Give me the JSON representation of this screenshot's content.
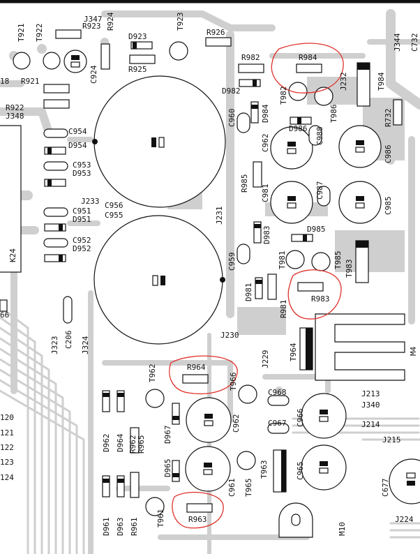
{
  "board": {
    "colors": {
      "trace": "#cfcfcf",
      "ink": "#111111",
      "highlight": "#e0302a",
      "background": "#ffffff"
    }
  },
  "labels": {
    "J347": "J347",
    "R923": "R923",
    "R924": "R924",
    "T923": "T923",
    "T921": "T921",
    "T922": "T922",
    "D923": "D923",
    "R925": "R925",
    "R926": "R926",
    "C924": "C924",
    "J344": "J344",
    "C732": "C732",
    "R982": "R982",
    "R984": "R984",
    "J232": "J232",
    "T984": "T984",
    "D982": "D982",
    "T982": "T982",
    "T986": "T986",
    "R921": "R921",
    "R922": "R922",
    "J348": "J348",
    "C960": "C960",
    "D984": "D984",
    "D986": "D986",
    "C988": "C988",
    "R732": "R732",
    "C954": "C954",
    "D954": "D954",
    "C962a": "C962",
    "C986": "C986",
    "C953": "C953",
    "D953": "D953",
    "R985": "R985",
    "J233": "J233",
    "C956": "C956",
    "C981": "C981",
    "C987": "C987",
    "C985": "C985",
    "C951": "C951",
    "C955": "C955",
    "D951": "D951",
    "J231": "J231",
    "D983": "D983",
    "D985": "D985",
    "C952": "C952",
    "D952": "D952",
    "K24": "K24",
    "C959": "C959",
    "T981": "T981",
    "T985": "T985",
    "T983": "T983",
    "D981": "D981",
    "R981": "R981",
    "R983": "R983",
    "J323": "J323",
    "C206": "C206",
    "J324": "J324",
    "J230": "J230",
    "J229": "J229",
    "T964": "T964",
    "M4": "M4",
    "T962": "T962",
    "R964": "R964",
    "T966": "T966",
    "C968": "C968",
    "J213": "J213",
    "J340": "J340",
    "J214": "J214",
    "J120": "120",
    "J121": "121",
    "J122": "122",
    "J123": "123",
    "J124": "124",
    "D962": "D962",
    "D964": "D964",
    "R962": "R962",
    "R965": "R965",
    "D967": "D967",
    "C962b": "C962",
    "C967": "C967",
    "C966": "C966",
    "J215": "J215",
    "D965": "D965",
    "C961": "C961",
    "T963": "T963",
    "C965": "C965",
    "C677": "C677",
    "D961": "D961",
    "D963": "D963",
    "R961": "R961",
    "T961": "T961",
    "R963": "R963",
    "T965": "T965",
    "M10": "M10",
    "J224": "J224",
    "L18": "18",
    "L66": "66"
  }
}
